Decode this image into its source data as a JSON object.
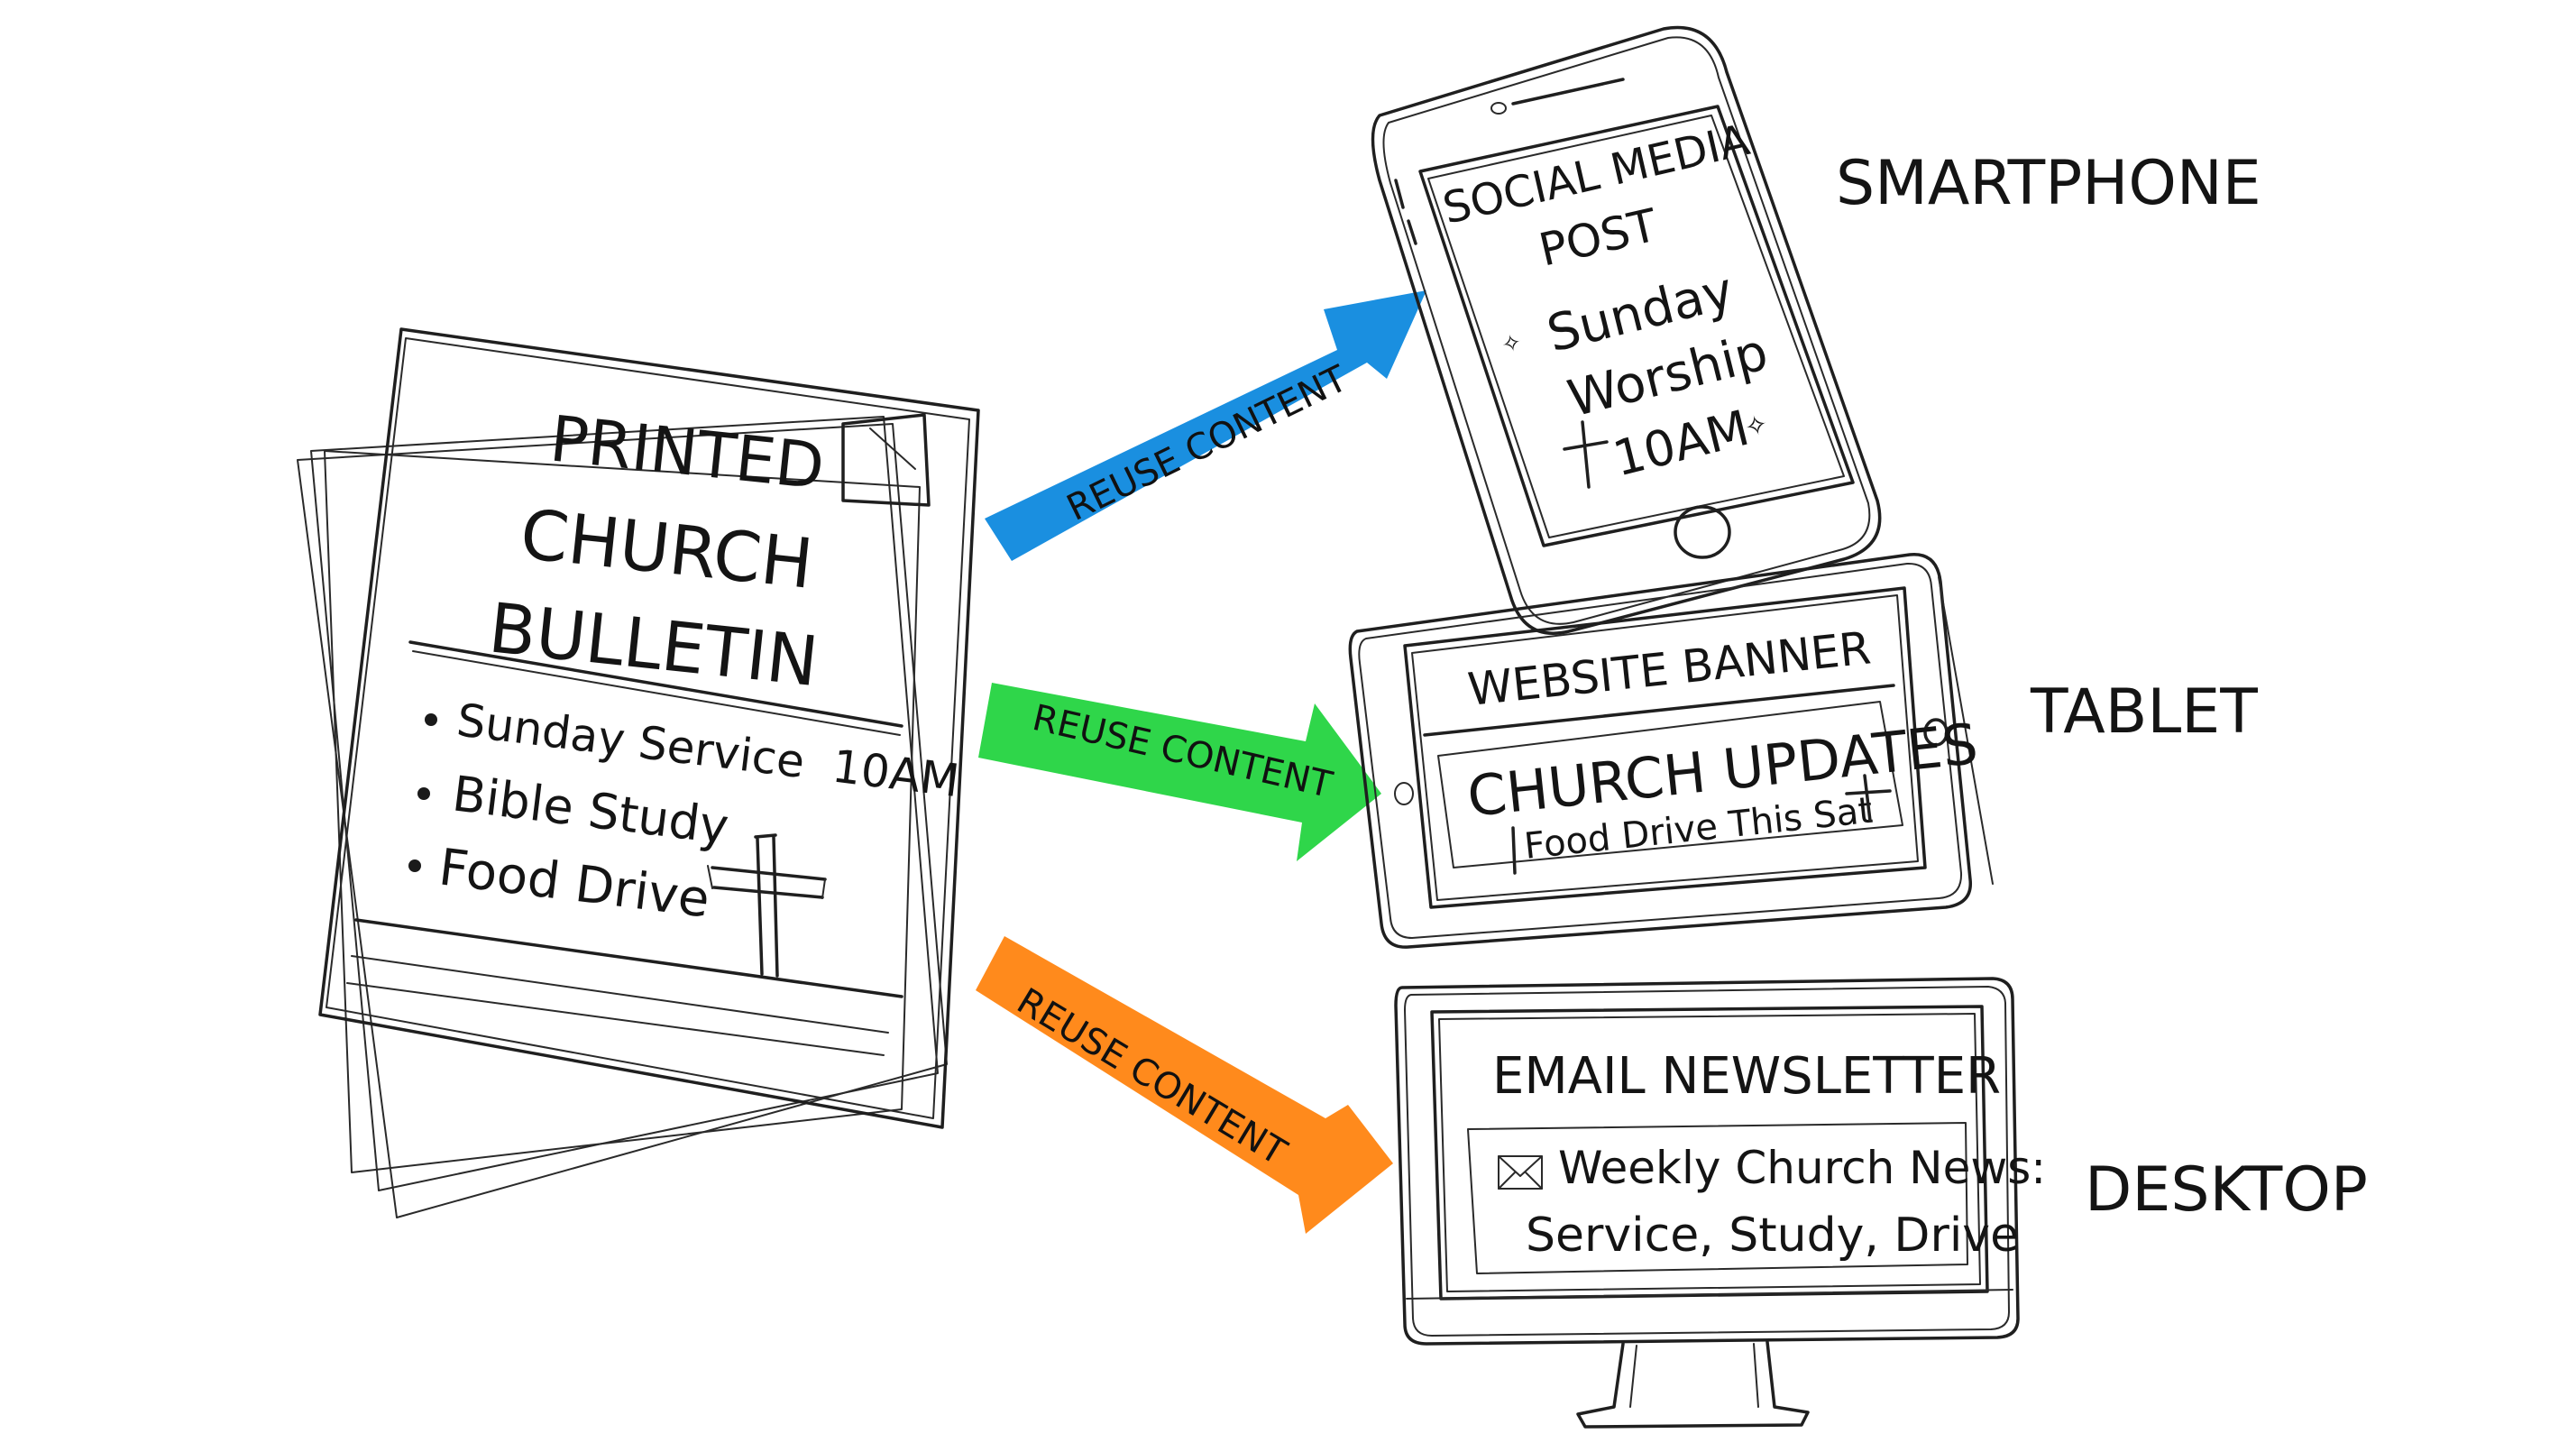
{
  "bulletin": {
    "title_lines": [
      "PRINTED",
      "CHURCH",
      "BULLETIN"
    ],
    "items": [
      "Sunday Service  10AM",
      "Bible Study",
      "Food Drive"
    ]
  },
  "arrows": [
    {
      "label": "REUSE CONTENT",
      "color": "#1a8fe0"
    },
    {
      "label": "REUSE CONTENT",
      "color": "#2fd64a"
    },
    {
      "label": "REUSE CONTENT",
      "color": "#ff8a1c"
    }
  ],
  "smartphone": {
    "device_label": "SMARTPHONE",
    "header_lines": [
      "SOCIAL MEDIA",
      "POST"
    ],
    "body_lines": [
      "Sunday",
      "Worship",
      "10AM"
    ]
  },
  "tablet": {
    "device_label": "TABLET",
    "header": "WEBSITE BANNER",
    "title": "CHURCH UPDATES",
    "subtitle": "Food Drive This Sat"
  },
  "desktop": {
    "device_label": "DESKTOP",
    "header": "EMAIL NEWSLETTER",
    "line1": "Weekly Church News:",
    "line2": "Service, Study, Drive"
  }
}
